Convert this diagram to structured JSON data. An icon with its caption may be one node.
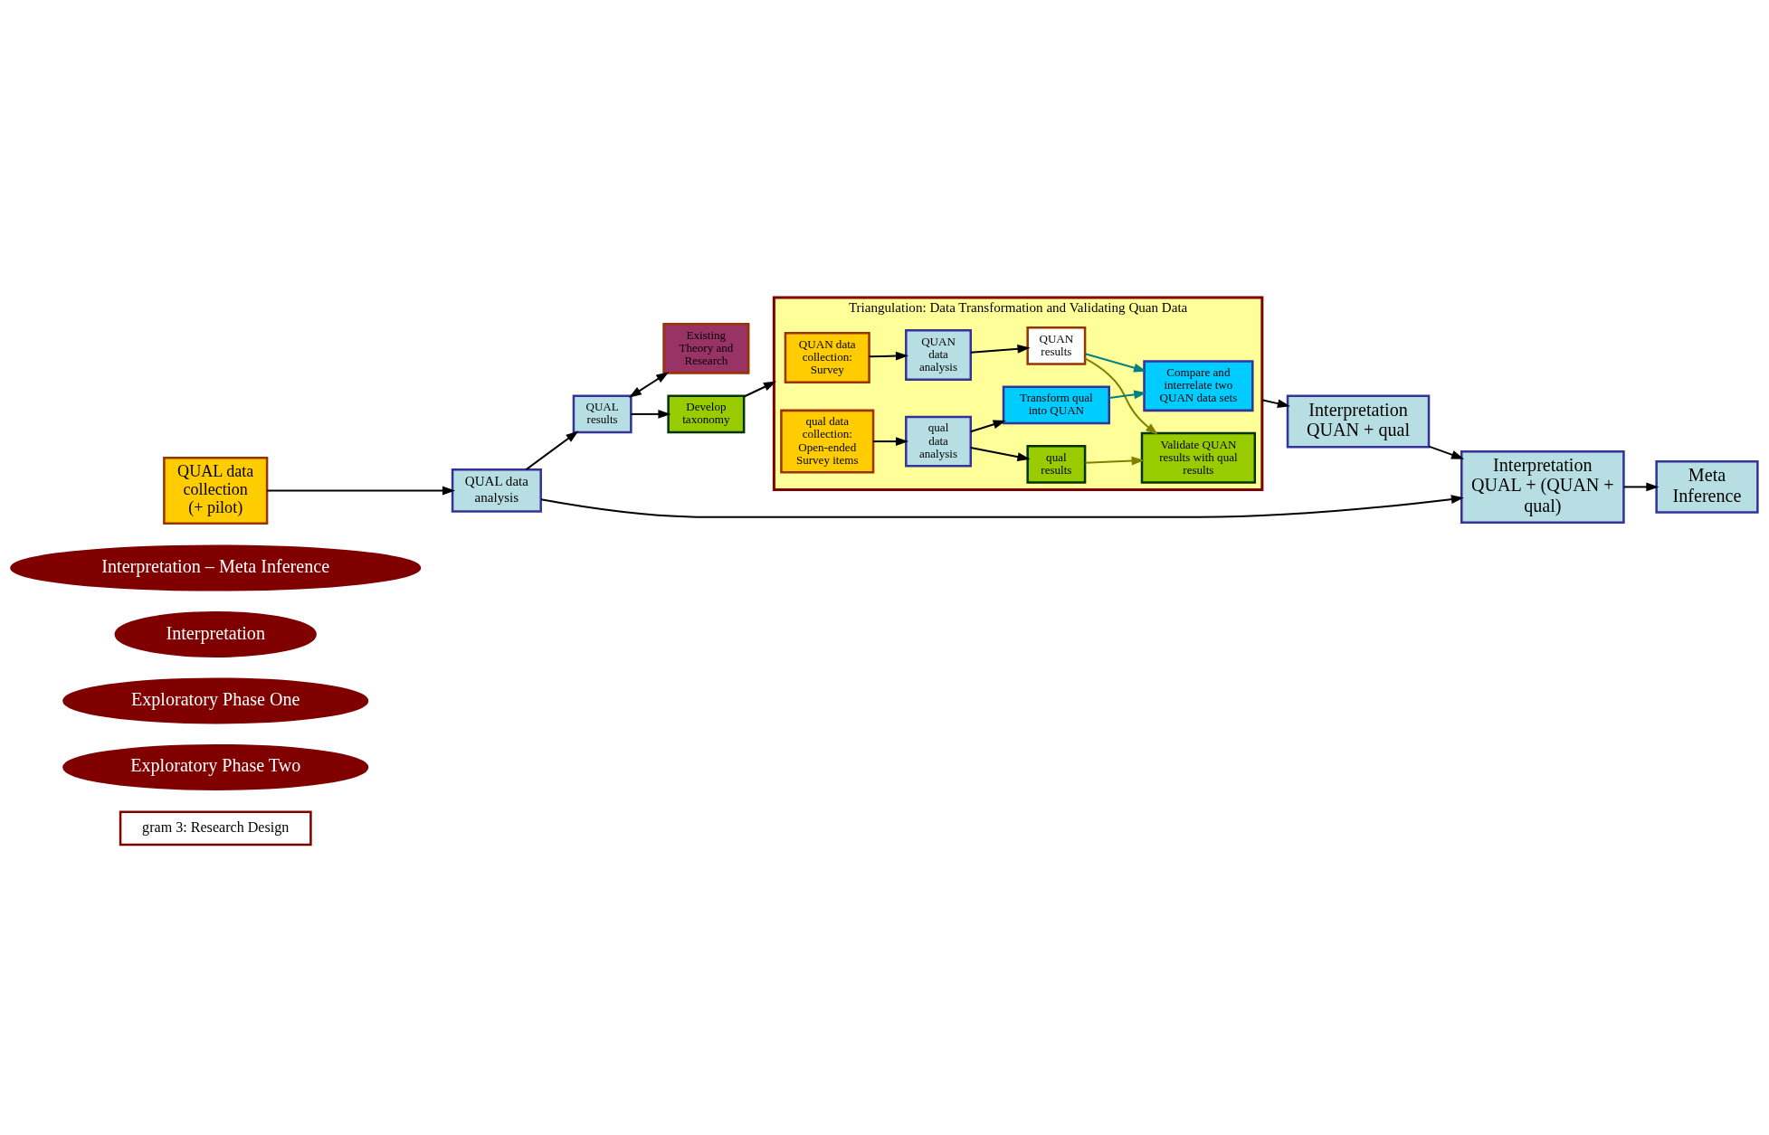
{
  "diagram": {
    "nodes": [
      {
        "text": [
          "gram 3: Research Design"
        ]
      },
      {
        "text": [
          "Exploratory Phase Two"
        ]
      },
      {
        "text": [
          "Exploratory Phase One"
        ]
      },
      {
        "text": [
          "Interpretation"
        ]
      },
      {
        "text": [
          "Interpretation – Meta Inference"
        ]
      },
      {
        "text": [
          "Triangulation: Data Transformation and Validating Quan Data"
        ]
      },
      {
        "text": [
          "QUAN data collection: Survey"
        ],
        "in": 5
      },
      {
        "text": [
          "QUAN data analysis"
        ],
        "in": 5
      },
      {
        "text": [
          "QUAN results"
        ],
        "in": 5
      },
      {
        "text": [
          "Validate QUAN results with qual results"
        ],
        "in": 5
      },
      {
        "text": [
          "qual data collection: Open-ended Survey items"
        ],
        "in": 5
      },
      {
        "text": [
          "qual data analysis"
        ],
        "in": 5
      },
      {
        "text": [
          "qual results"
        ],
        "in": 5
      },
      {
        "text": [
          "Transform qual into QUAN"
        ],
        "in": 5
      },
      {
        "text": [
          "Compare and interrelate two QUAN data sets"
        ],
        "in": 5
      },
      {
        "text": [
          "Existing Theory and Research"
        ]
      },
      {
        "text": [
          "Develop taxonomy"
        ]
      },
      {
        "text": [
          "QUAL results"
        ]
      },
      {
        "text": [
          "QUAL data analysis"
        ]
      },
      {
        "text": [
          "QUAL data collection (+ pilot)"
        ]
      },
      {
        "text": [
          "Interpretation QUAL + (QUAN + qual)"
        ]
      },
      {
        "text": [
          "Interpretation QUAN + qual"
        ]
      },
      {
        "text": [
          "Meta Inference"
        ]
      }
    ],
    "edges": [
      {
        "from": 19,
        "to": 18,
        "arrow": "to"
      },
      {
        "from": 18,
        "to": 17,
        "arrow": "to"
      },
      {
        "from": 17,
        "to": 15,
        "arrow": "both"
      },
      {
        "from": 17,
        "to": 16,
        "arrow": "to"
      },
      {
        "from": 16,
        "to": 5,
        "arrow": "to"
      },
      {
        "from": 6,
        "to": 7,
        "arrow": "to"
      },
      {
        "from": 7,
        "to": 8,
        "arrow": "to"
      },
      {
        "from": 10,
        "to": 11,
        "arrow": "to"
      },
      {
        "from": 11,
        "to": 12,
        "arrow": "to"
      },
      {
        "from": 11,
        "to": 13,
        "arrow": "to"
      },
      {
        "from": 8,
        "to": 9,
        "arrow": "to",
        "color": "#808000"
      },
      {
        "from": 12,
        "to": 9,
        "arrow": "to",
        "color": "#808000"
      },
      {
        "from": 8,
        "to": 14,
        "arrow": "to",
        "color": "#008080"
      },
      {
        "from": 13,
        "to": 14,
        "arrow": "to",
        "color": "#008080"
      },
      {
        "from": 5,
        "to": 21,
        "arrow": "to"
      },
      {
        "from": 21,
        "to": 20,
        "arrow": "to"
      },
      {
        "from": 18,
        "to": 20,
        "arrow": "to"
      },
      {
        "from": 20,
        "to": 22,
        "arrow": "to"
      }
    ]
  }
}
